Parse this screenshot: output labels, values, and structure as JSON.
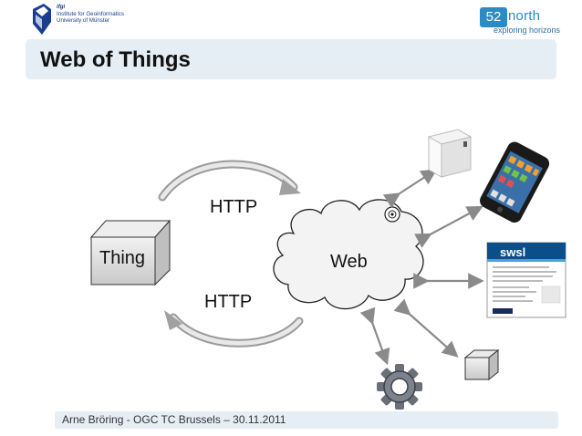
{
  "header": {
    "ifgi_acronym": "ifgi",
    "institute_line1": "Institute for Geoinformatics",
    "institute_line2": "University of Münster",
    "n52_badge": "52",
    "n52_name": "north",
    "n52_tagline": "exploring horizons"
  },
  "title": "Web of Things",
  "diagram": {
    "http_top": "HTTP",
    "http_bottom": "HTTP",
    "thing": "Thing",
    "web": "Web",
    "swsl": "swsl"
  },
  "footer": "Arne Bröring - OGC TC Brussels – 30.11.2011",
  "colors": {
    "title_bar": "#e6eef5",
    "brand_blue": "#2a8bc7",
    "arrow_gray": "#8a8a8a"
  },
  "icons": [
    "ifgi-logo-icon",
    "server-icon",
    "smartphone-icon",
    "webpage-icon",
    "cube-icon",
    "gear-icon",
    "camera-icon"
  ]
}
